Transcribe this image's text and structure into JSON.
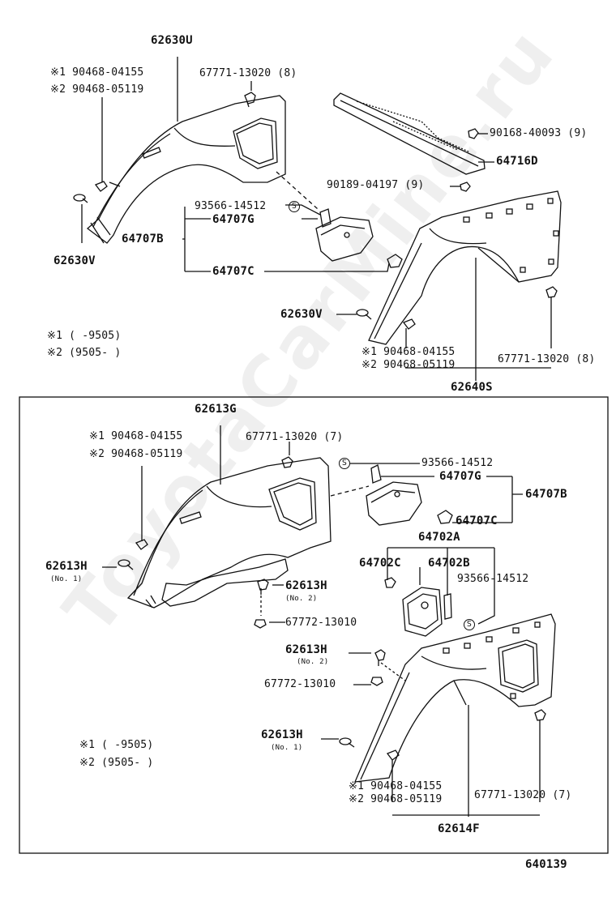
{
  "watermark": "ToyotaCarMine.ru",
  "diagram_id": "640139",
  "upper": {
    "p62630U": "62630U",
    "c1_a": "※1 90468-04155",
    "c2_a": "※2 90468-05119",
    "p67771_8_a": "67771-13020 (8)",
    "p90168": "90168-40093 (9)",
    "p64716D": "64716D",
    "p90189": "90189-04197 (9)",
    "p93566": "93566-14512",
    "s_mark": "S",
    "p64707G": "64707G",
    "p64707B": "64707B",
    "p64707C": "64707C",
    "p62630V_a": "62630V",
    "p62630V_b": "62630V",
    "note1": "※1 (          -9505)",
    "note2": "※2 (9505-          )",
    "c1_b": "※1 90468-04155",
    "c2_b": "※2 90468-05119",
    "p67771_8_b": "67771-13020 (8)",
    "p62640S": "62640S"
  },
  "lower": {
    "p62613G": "62613G",
    "c1_a": "※1 90468-04155",
    "c2_a": "※2 90468-05119",
    "p67771_7_a": "67771-13020 (7)",
    "s_mark": "S",
    "p93566_a": "93566-14512",
    "p64707G": "64707G",
    "p64707B": "64707B",
    "p64707C": "64707C",
    "p62613H_a": "62613H",
    "no1_a": "(No. 1)",
    "p62613H_b": "62613H",
    "no2_a": "(No. 2)",
    "p67772_a": "67772-13010",
    "p64702A": "64702A",
    "p64702C": "64702C",
    "p64702B": "64702B",
    "p93566_b": "93566-14512",
    "s_mark_b": "S",
    "p62613H_c": "62613H",
    "no2_b": "(No. 2)",
    "p67772_b": "67772-13010",
    "p62613H_d": "62613H",
    "no1_b": "(No. 1)",
    "note1": "※1 (          -9505)",
    "note2": "※2 (9505-          )",
    "c1_b": "※1 90468-04155",
    "c2_b": "※2 90468-05119",
    "p67771_7_b": "67771-13020 (7)",
    "p62614F": "62614F"
  }
}
